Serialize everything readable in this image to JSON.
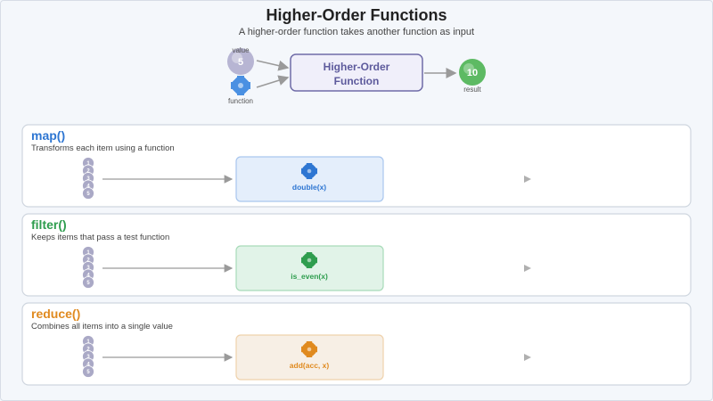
{
  "header": {
    "title": "Higher-Order Functions",
    "subtitle": "A higher-order function takes another function as input"
  },
  "top_diagram": {
    "value_label": "value",
    "value_number": "5",
    "function_label": "function",
    "box_lines": [
      "Higher-Order",
      "Function"
    ],
    "result_number": "10",
    "result_label": "result"
  },
  "panels": [
    {
      "title": "map()",
      "description": "Transforms each item using a function",
      "function": "double(x)",
      "items": [
        "1",
        "2",
        "3",
        "4",
        "5"
      ],
      "color": "#2e76d2",
      "box_fill": "#e4eefb",
      "box_stroke": "#a9c6ee"
    },
    {
      "title": "filter()",
      "description": "Keeps items that pass a test function",
      "function": "is_even(x)",
      "items": [
        "1",
        "2",
        "3",
        "4",
        "5"
      ],
      "color": "#2e9d4e",
      "box_fill": "#e1f3e8",
      "box_stroke": "#a8dbb9"
    },
    {
      "title": "reduce()",
      "description": "Combines all items into a single value",
      "function": "add(acc, x)",
      "items": [
        "1",
        "2",
        "3",
        "4",
        "5"
      ],
      "color": "#e08a1f",
      "box_fill": "#f7efe5",
      "box_stroke": "#efd2ac"
    }
  ],
  "colors": {
    "item_circle": "#aaa9c6",
    "value_circle": "#b7b5d3",
    "function_icon": "#4a90e2",
    "result_circle": "#5dba63",
    "hof_box_fill": "#f0effa",
    "hof_box_stroke": "#6f6ca8",
    "arrow": "#9a9a9a"
  }
}
